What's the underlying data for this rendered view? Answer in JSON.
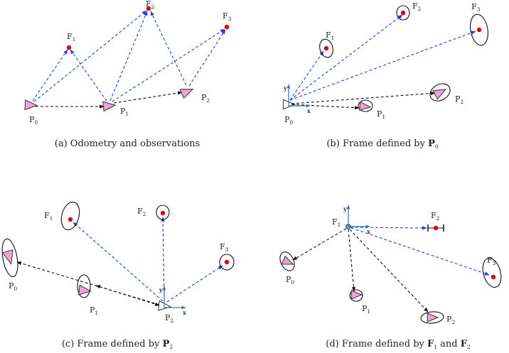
{
  "colors": {
    "pose_fill": "#f1a3cf",
    "landmark": "#e00000",
    "observation_edge": "#1f3fdc",
    "odometry_edge": "#111111",
    "axis": "#2f73c0"
  },
  "panels": [
    {
      "id": "a",
      "caption": {
        "prefix": "(a) Odometry and observations",
        "bold": ""
      },
      "poses": [
        {
          "label": "P",
          "sub": "0"
        },
        {
          "label": "P",
          "sub": "1"
        },
        {
          "label": "P",
          "sub": "2"
        }
      ],
      "landmarks": [
        {
          "label": "F",
          "sub": "1"
        },
        {
          "label": "F",
          "sub": "2"
        },
        {
          "label": "F",
          "sub": "3"
        }
      ]
    },
    {
      "id": "b",
      "caption": {
        "prefix": "(b) Frame defined by ",
        "bold": "P",
        "bold_sub": "0"
      },
      "axes": {
        "x": "x",
        "y": "y"
      },
      "poses": [
        {
          "label": "P",
          "sub": "0"
        },
        {
          "label": "P",
          "sub": "1"
        },
        {
          "label": "P",
          "sub": "2"
        }
      ],
      "landmarks": [
        {
          "label": "F",
          "sub": "1"
        },
        {
          "label": "F",
          "sub": "2"
        },
        {
          "label": "F",
          "sub": "3"
        }
      ]
    },
    {
      "id": "c",
      "caption": {
        "prefix": "(c) Frame defined by ",
        "bold": "P",
        "bold_sub": "2"
      },
      "axes": {
        "x": "x",
        "y": "y"
      },
      "poses": [
        {
          "label": "P",
          "sub": "0"
        },
        {
          "label": "P",
          "sub": "1"
        },
        {
          "label": "P",
          "sub": "2"
        }
      ],
      "landmarks": [
        {
          "label": "F",
          "sub": "1"
        },
        {
          "label": "F",
          "sub": "2"
        },
        {
          "label": "F",
          "sub": "3"
        }
      ]
    },
    {
      "id": "d",
      "caption": {
        "prefix": "(d) Frame defined by ",
        "bold": "F",
        "bold_sub": "1",
        "middle": " and ",
        "bold2": "F",
        "bold2_sub": "2"
      },
      "axes": {
        "x": "x",
        "y": "y"
      },
      "poses": [
        {
          "label": "P",
          "sub": "0"
        },
        {
          "label": "P",
          "sub": "1"
        },
        {
          "label": "P",
          "sub": "2"
        }
      ],
      "landmarks": [
        {
          "label": "F",
          "sub": "1"
        },
        {
          "label": "F",
          "sub": "2"
        },
        {
          "label": "F",
          "sub": "3"
        }
      ]
    }
  ]
}
